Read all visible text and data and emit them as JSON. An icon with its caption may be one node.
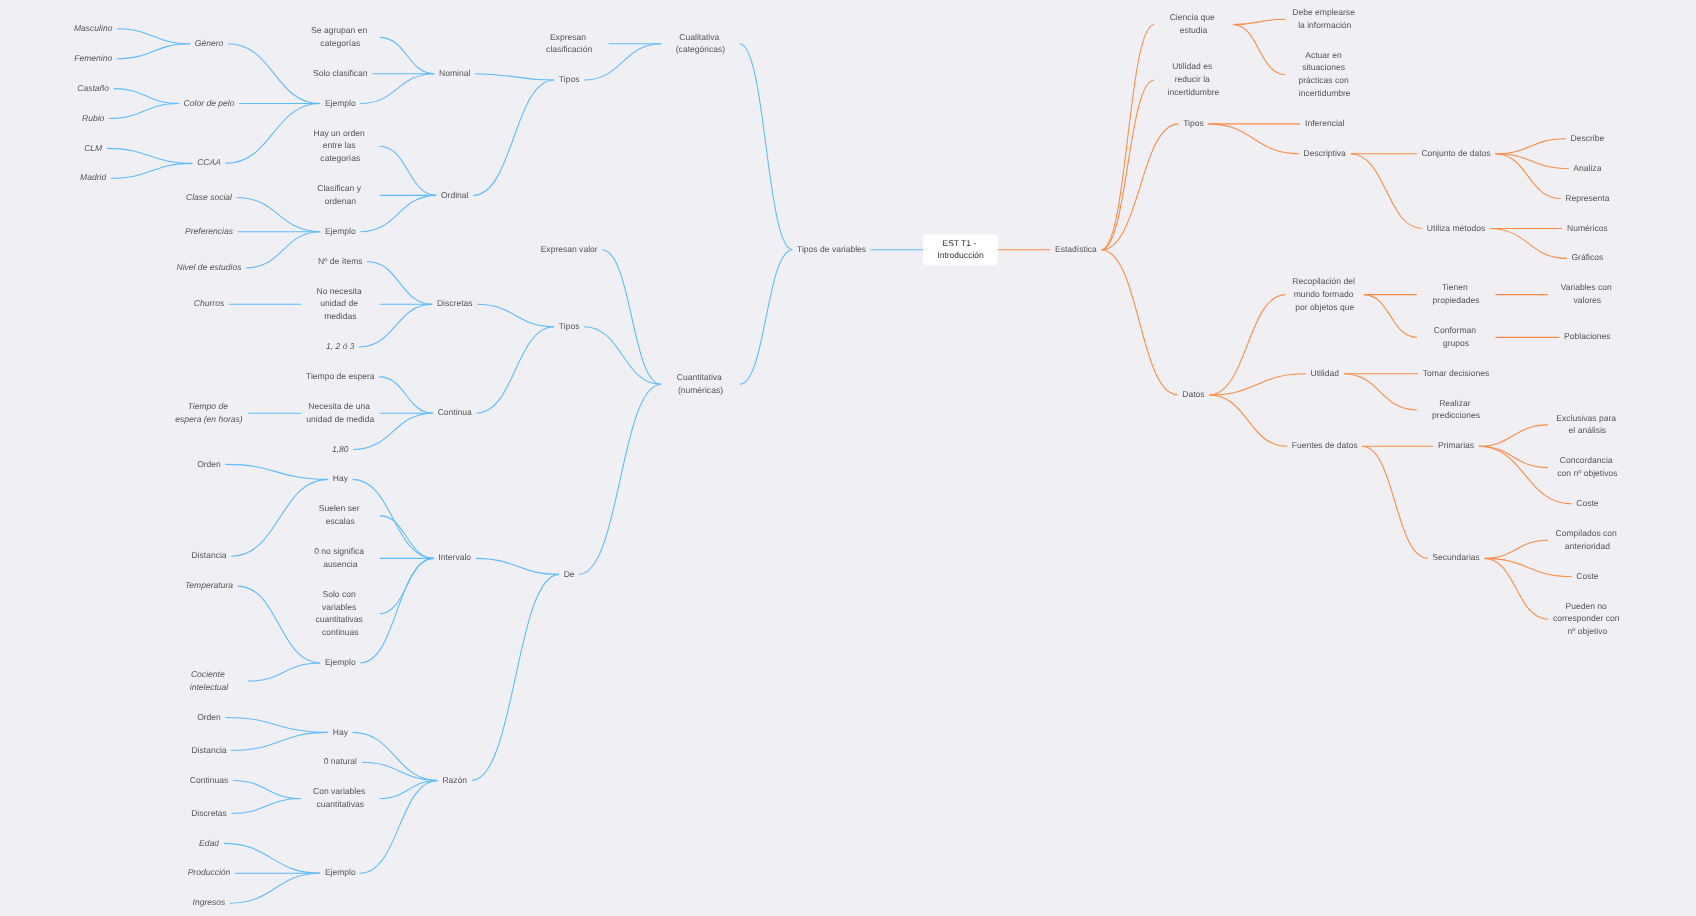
{
  "diagram": {
    "nodes": [
      {
        "text": [
          "EST T1 - Introducción"
        ]
      },
      {
        "text": [
          "Tipos de variables"
        ]
      },
      {
        "text": [
          "Cualitativa (categóricas)"
        ]
      },
      {
        "text": [
          "Expresan clasificación"
        ]
      },
      {
        "text": [
          "Tipos"
        ]
      },
      {
        "text": [
          "Nominal"
        ]
      },
      {
        "text": [
          "Se agrupan en categorías"
        ]
      },
      {
        "text": [
          "Solo clasifican"
        ]
      },
      {
        "text": [
          "Ejemplo"
        ]
      },
      {
        "text": [
          "Género"
        ]
      },
      {
        "text": [
          "Masculino"
        ]
      },
      {
        "text": [
          "Femenino"
        ]
      },
      {
        "text": [
          "Color de pelo"
        ]
      },
      {
        "text": [
          "Castaño"
        ]
      },
      {
        "text": [
          "Rubio"
        ]
      },
      {
        "text": [
          "CCAA"
        ]
      },
      {
        "text": [
          "CLM"
        ]
      },
      {
        "text": [
          "Madrid"
        ]
      },
      {
        "text": [
          "Ordinal"
        ]
      },
      {
        "text": [
          "Hay un orden entre las categorías"
        ]
      },
      {
        "text": [
          "Clasifican y ordenan"
        ]
      },
      {
        "text": [
          "Ejemplo"
        ]
      },
      {
        "text": [
          "Clase social"
        ]
      },
      {
        "text": [
          "Preferencias"
        ]
      },
      {
        "text": [
          "Nivel de estudios"
        ]
      },
      {
        "text": [
          "Cuantitativa (numéricas)"
        ]
      },
      {
        "text": [
          "Expresan valor"
        ]
      },
      {
        "text": [
          "Tipos"
        ]
      },
      {
        "text": [
          "Discretas"
        ]
      },
      {
        "text": [
          "Nº de ítems"
        ]
      },
      {
        "text": [
          "No necesita unidad de medidas"
        ]
      },
      {
        "text": [
          "Churros"
        ]
      },
      {
        "text": [
          "1, 2 ó 3"
        ]
      },
      {
        "text": [
          "Continua"
        ]
      },
      {
        "text": [
          "Tiempo de espera"
        ]
      },
      {
        "text": [
          "Necesita de una unidad de medida"
        ]
      },
      {
        "text": [
          "Tiempo de espera (en horas)"
        ]
      },
      {
        "text": [
          "1,80"
        ]
      },
      {
        "text": [
          "De"
        ]
      },
      {
        "text": [
          "Intervalo"
        ]
      },
      {
        "text": [
          "Hay"
        ]
      },
      {
        "text": [
          "Orden"
        ]
      },
      {
        "text": [
          "Distancia"
        ]
      },
      {
        "text": [
          "Suelen ser escalas"
        ]
      },
      {
        "text": [
          "0 no significa ausencia"
        ]
      },
      {
        "text": [
          "Solo con variables cuantitativas continuas"
        ]
      },
      {
        "text": [
          "Ejemplo"
        ]
      },
      {
        "text": [
          "Temperatura"
        ]
      },
      {
        "text": [
          "Cociente intelectual"
        ]
      },
      {
        "text": [
          "Razón"
        ]
      },
      {
        "text": [
          "Hay"
        ]
      },
      {
        "text": [
          "Orden"
        ]
      },
      {
        "text": [
          "Distancia"
        ]
      },
      {
        "text": [
          "0 natural"
        ]
      },
      {
        "text": [
          "Con variables cuantitativas"
        ]
      },
      {
        "text": [
          "Continuas"
        ]
      },
      {
        "text": [
          "Discretas"
        ]
      },
      {
        "text": [
          "Ejemplo"
        ]
      },
      {
        "text": [
          "Edad"
        ]
      },
      {
        "text": [
          "Producción"
        ]
      },
      {
        "text": [
          "Ingresos"
        ]
      },
      {
        "text": [
          "Estadística"
        ]
      },
      {
        "text": [
          "Ciencia que estudia"
        ]
      },
      {
        "text": [
          "Debe emplearse la información"
        ]
      },
      {
        "text": [
          "Actuar en situaciones prácticas con incertidumbre"
        ]
      },
      {
        "text": [
          "Utilidad es reducir la incertidumbre"
        ]
      },
      {
        "text": [
          "Tipos"
        ]
      },
      {
        "text": [
          "Inferencial"
        ]
      },
      {
        "text": [
          "Descriptiva"
        ]
      },
      {
        "text": [
          "Conjunto de datos"
        ]
      },
      {
        "text": [
          "Describe"
        ]
      },
      {
        "text": [
          "Analiza"
        ]
      },
      {
        "text": [
          "Representa"
        ]
      },
      {
        "text": [
          "Utiliza métodos"
        ]
      },
      {
        "text": [
          "Numéricos"
        ]
      },
      {
        "text": [
          "Gráficos"
        ]
      },
      {
        "text": [
          "Datos"
        ]
      },
      {
        "text": [
          "Recopilación del mundo formado por objetos que"
        ]
      },
      {
        "text": [
          "Tienen propiedades"
        ]
      },
      {
        "text": [
          "Variables con valores"
        ]
      },
      {
        "text": [
          "Conforman grupos"
        ]
      },
      {
        "text": [
          "Poblaciones"
        ]
      },
      {
        "text": [
          "Utilidad"
        ]
      },
      {
        "text": [
          "Tomar decisiones"
        ]
      },
      {
        "text": [
          "Realizar predicciones"
        ]
      },
      {
        "text": [
          "Fuentes de datos"
        ]
      },
      {
        "text": [
          "Primarias"
        ]
      },
      {
        "text": [
          "Exclusivas para el análisis"
        ]
      },
      {
        "text": [
          "Concordancia con nº objetivos"
        ]
      },
      {
        "text": [
          "Coste"
        ]
      },
      {
        "text": [
          "Secundarias"
        ]
      },
      {
        "text": [
          "Compilados con anterioridad"
        ]
      },
      {
        "text": [
          "Coste"
        ]
      },
      {
        "text": [
          "Pueden no corresponder con nº objetivo"
        ]
      }
    ],
    "edges": [
      {
        "from": 0,
        "to": 1,
        "arrow": "none"
      },
      {
        "from": 1,
        "to": 2,
        "arrow": "none"
      },
      {
        "from": 2,
        "to": 3,
        "arrow": "none"
      },
      {
        "from": 2,
        "to": 4,
        "arrow": "none"
      },
      {
        "from": 4,
        "to": 5,
        "arrow": "none"
      },
      {
        "from": 5,
        "to": 6,
        "arrow": "none"
      },
      {
        "from": 5,
        "to": 7,
        "arrow": "none"
      },
      {
        "from": 5,
        "to": 8,
        "arrow": "none"
      },
      {
        "from": 8,
        "to": 9,
        "arrow": "none"
      },
      {
        "from": 9,
        "to": 10,
        "arrow": "none"
      },
      {
        "from": 9,
        "to": 11,
        "arrow": "none"
      },
      {
        "from": 8,
        "to": 12,
        "arrow": "none"
      },
      {
        "from": 12,
        "to": 13,
        "arrow": "none"
      },
      {
        "from": 12,
        "to": 14,
        "arrow": "none"
      },
      {
        "from": 8,
        "to": 15,
        "arrow": "none"
      },
      {
        "from": 15,
        "to": 16,
        "arrow": "none"
      },
      {
        "from": 15,
        "to": 17,
        "arrow": "none"
      },
      {
        "from": 4,
        "to": 18,
        "arrow": "none"
      },
      {
        "from": 18,
        "to": 19,
        "arrow": "none"
      },
      {
        "from": 18,
        "to": 20,
        "arrow": "none"
      },
      {
        "from": 18,
        "to": 21,
        "arrow": "none"
      },
      {
        "from": 21,
        "to": 22,
        "arrow": "none"
      },
      {
        "from": 21,
        "to": 23,
        "arrow": "none"
      },
      {
        "from": 21,
        "to": 24,
        "arrow": "none"
      },
      {
        "from": 1,
        "to": 25,
        "arrow": "none"
      },
      {
        "from": 25,
        "to": 26,
        "arrow": "none"
      },
      {
        "from": 25,
        "to": 27,
        "arrow": "none"
      },
      {
        "from": 27,
        "to": 28,
        "arrow": "none"
      },
      {
        "from": 28,
        "to": 29,
        "arrow": "none"
      },
      {
        "from": 28,
        "to": 30,
        "arrow": "none"
      },
      {
        "from": 30,
        "to": 31,
        "arrow": "none"
      },
      {
        "from": 28,
        "to": 32,
        "arrow": "none"
      },
      {
        "from": 27,
        "to": 33,
        "arrow": "none"
      },
      {
        "from": 33,
        "to": 34,
        "arrow": "none"
      },
      {
        "from": 33,
        "to": 35,
        "arrow": "none"
      },
      {
        "from": 35,
        "to": 36,
        "arrow": "none"
      },
      {
        "from": 33,
        "to": 37,
        "arrow": "none"
      },
      {
        "from": 25,
        "to": 38,
        "arrow": "none"
      },
      {
        "from": 38,
        "to": 39,
        "arrow": "none"
      },
      {
        "from": 39,
        "to": 40,
        "arrow": "none"
      },
      {
        "from": 40,
        "to": 41,
        "arrow": "none"
      },
      {
        "from": 40,
        "to": 42,
        "arrow": "none"
      },
      {
        "from": 39,
        "to": 43,
        "arrow": "none"
      },
      {
        "from": 39,
        "to": 44,
        "arrow": "none"
      },
      {
        "from": 39,
        "to": 45,
        "arrow": "none"
      },
      {
        "from": 39,
        "to": 46,
        "arrow": "none"
      },
      {
        "from": 46,
        "to": 47,
        "arrow": "none"
      },
      {
        "from": 46,
        "to": 48,
        "arrow": "none"
      },
      {
        "from": 38,
        "to": 49,
        "arrow": "none"
      },
      {
        "from": 49,
        "to": 50,
        "arrow": "none"
      },
      {
        "from": 50,
        "to": 51,
        "arrow": "none"
      },
      {
        "from": 50,
        "to": 52,
        "arrow": "none"
      },
      {
        "from": 49,
        "to": 53,
        "arrow": "none"
      },
      {
        "from": 49,
        "to": 54,
        "arrow": "none"
      },
      {
        "from": 54,
        "to": 55,
        "arrow": "none"
      },
      {
        "from": 54,
        "to": 56,
        "arrow": "none"
      },
      {
        "from": 49,
        "to": 57,
        "arrow": "none"
      },
      {
        "from": 57,
        "to": 58,
        "arrow": "none"
      },
      {
        "from": 57,
        "to": 59,
        "arrow": "none"
      },
      {
        "from": 57,
        "to": 60,
        "arrow": "none"
      },
      {
        "from": 0,
        "to": 61,
        "arrow": "none",
        "color": "#ff8c42"
      },
      {
        "from": 61,
        "to": 62,
        "arrow": "none",
        "color": "#ff8c42"
      },
      {
        "from": 62,
        "to": 63,
        "arrow": "none",
        "color": "#ff8c42"
      },
      {
        "from": 62,
        "to": 64,
        "arrow": "none",
        "color": "#ff8c42"
      },
      {
        "from": 61,
        "to": 65,
        "arrow": "none",
        "color": "#ff8c42"
      },
      {
        "from": 61,
        "to": 66,
        "arrow": "none",
        "color": "#ff8c42"
      },
      {
        "from": 66,
        "to": 67,
        "arrow": "none",
        "color": "#ff8c42"
      },
      {
        "from": 66,
        "to": 68,
        "arrow": "none",
        "color": "#ff8c42"
      },
      {
        "from": 68,
        "to": 69,
        "arrow": "none",
        "color": "#ff8c42"
      },
      {
        "from": 69,
        "to": 70,
        "arrow": "none",
        "color": "#ff8c42"
      },
      {
        "from": 69,
        "to": 71,
        "arrow": "none",
        "color": "#ff8c42"
      },
      {
        "from": 69,
        "to": 72,
        "arrow": "none",
        "color": "#ff8c42"
      },
      {
        "from": 68,
        "to": 73,
        "arrow": "none",
        "color": "#ff8c42"
      },
      {
        "from": 73,
        "to": 74,
        "arrow": "none",
        "color": "#ff8c42"
      },
      {
        "from": 73,
        "to": 75,
        "arrow": "none",
        "color": "#ff8c42"
      },
      {
        "from": 61,
        "to": 76,
        "arrow": "none",
        "color": "#ff8c42"
      },
      {
        "from": 76,
        "to": 77,
        "arrow": "none",
        "color": "#ff8c42"
      },
      {
        "from": 77,
        "to": 78,
        "arrow": "none",
        "color": "#ff8c42"
      },
      {
        "from": 78,
        "to": 79,
        "arrow": "none",
        "color": "#ff8c42"
      },
      {
        "from": 77,
        "to": 80,
        "arrow": "none",
        "color": "#ff8c42"
      },
      {
        "from": 80,
        "to": 81,
        "arrow": "none",
        "color": "#ff8c42"
      },
      {
        "from": 76,
        "to": 82,
        "arrow": "none",
        "color": "#ff8c42"
      },
      {
        "from": 82,
        "to": 83,
        "arrow": "none",
        "color": "#ff8c42"
      },
      {
        "from": 82,
        "to": 84,
        "arrow": "none",
        "color": "#ff8c42"
      },
      {
        "from": 76,
        "to": 85,
        "arrow": "none",
        "color": "#ff8c42"
      },
      {
        "from": 85,
        "to": 86,
        "arrow": "none",
        "color": "#ff8c42"
      },
      {
        "from": 86,
        "to": 87,
        "arrow": "none",
        "color": "#ff8c42"
      },
      {
        "from": 86,
        "to": 88,
        "arrow": "none",
        "color": "#ff8c42"
      },
      {
        "from": 86,
        "to": 89,
        "arrow": "none",
        "color": "#ff8c42"
      },
      {
        "from": 85,
        "to": 90,
        "arrow": "none",
        "color": "#ff8c42"
      },
      {
        "from": 90,
        "to": 91,
        "arrow": "none",
        "color": "#ff8c42"
      },
      {
        "from": 90,
        "to": 92,
        "arrow": "none",
        "color": "#ff8c42"
      },
      {
        "from": 90,
        "to": 93,
        "arrow": "none",
        "color": "#ff8c42"
      }
    ]
  }
}
